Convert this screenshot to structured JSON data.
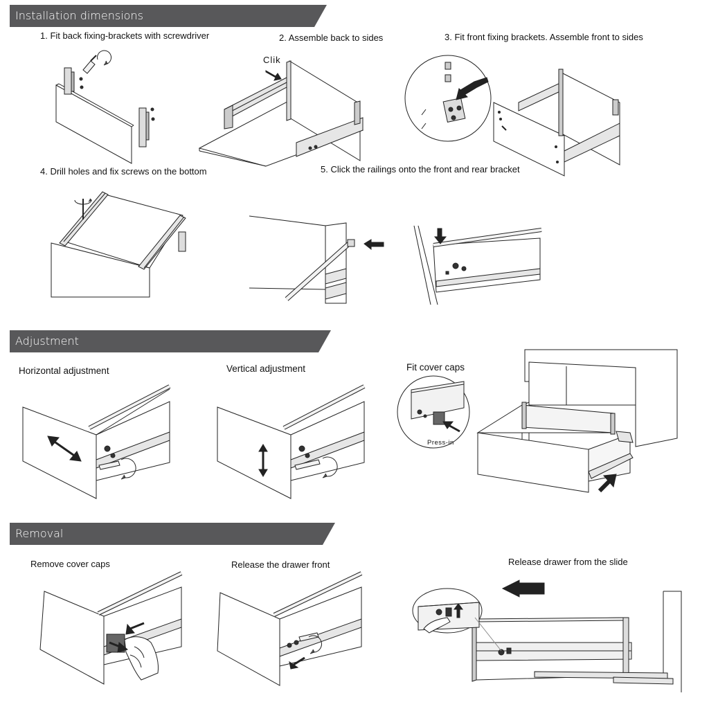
{
  "sections": {
    "installation": "Installation dimensions",
    "adjustment": "Adjustment",
    "removal": "Removal"
  },
  "steps": {
    "s1": "1. Fit back fixing-brackets with screwdriver",
    "s2": "2. Assemble back to sides",
    "s3": "3. Fit front fixing brackets. Assemble front to sides",
    "s4": "4. Drill holes and fix screws on the bottom",
    "s5": "5. Click the railings onto the front and rear bracket"
  },
  "labels": {
    "clik": "Clik",
    "press_in": "Press-in",
    "horizontal": "Horizontal adjustment",
    "vertical": "Vertical adjustment",
    "cover_caps": "Fit cover caps",
    "remove_caps": "Remove cover caps",
    "release_front": "Release the drawer front",
    "release_slide": "Release drawer from the slide"
  },
  "colors": {
    "banner": "#58585a",
    "line": "#222222",
    "rail": "#e6e6e6"
  }
}
